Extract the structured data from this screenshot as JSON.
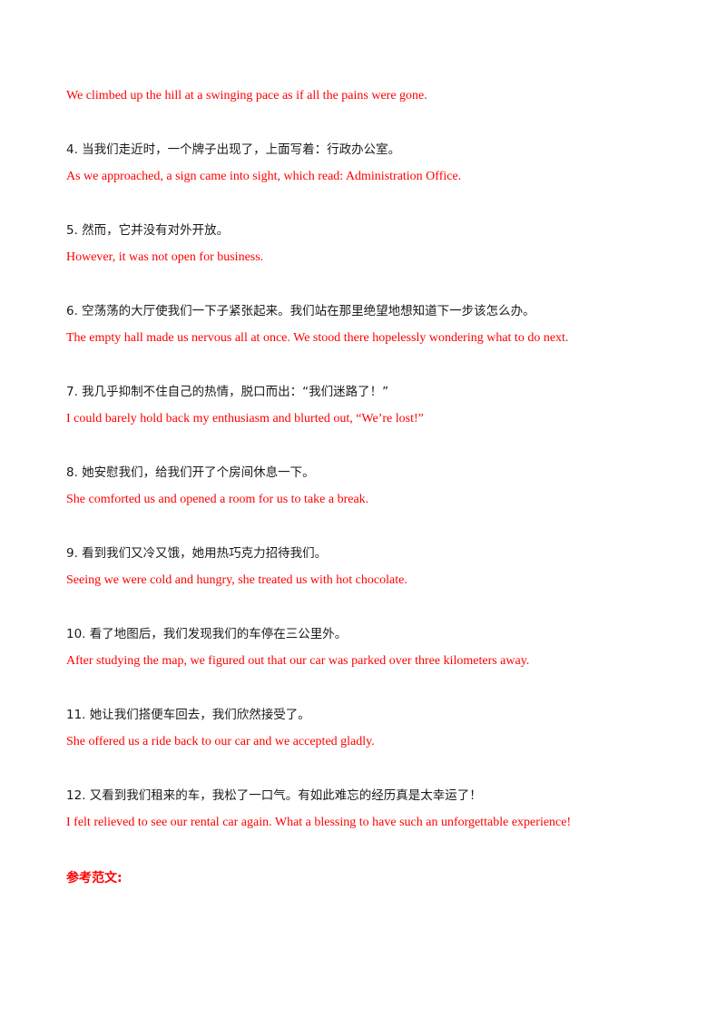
{
  "items": [
    {
      "en": "We climbed up the hill at a swinging pace as if all the pains were gone."
    },
    {
      "zh": "4.  当我们走近时，一个牌子出现了，上面写着：行政办公室。",
      "en": "As we approached, a sign came into sight, which read: Administration Office."
    },
    {
      "zh": "5.  然而，它并没有对外开放。",
      "en": "However, it was not open for business."
    },
    {
      "zh": "6.  空荡荡的大厅使我们一下子紧张起来。我们站在那里绝望地想知道下一步该怎么办。",
      "en": "The empty hall made us nervous all at once. We stood there hopelessly wondering what to do next."
    },
    {
      "zh": "7.  我几乎抑制不住自己的热情，脱口而出：“我们迷路了！”",
      "en": "I could barely hold back my enthusiasm and blurted out, “We’re lost!”"
    },
    {
      "zh": "8.  她安慰我们，给我们开了个房间休息一下。",
      "en": "She comforted us and opened a room for us to take a break."
    },
    {
      "zh": "9.  看到我们又冷又饿，她用热巧克力招待我们。",
      "en": "Seeing we were cold and hungry, she treated us with hot chocolate."
    },
    {
      "zh": "10.  看了地图后，我们发现我们的车停在三公里外。",
      "en": "After studying the map, we figured out that our car was parked over three kilometers away."
    },
    {
      "zh": "11.  她让我们搭便车回去，我们欣然接受了。",
      "en": "She offered us a ride back to our car and we accepted gladly."
    },
    {
      "zh": "12.  又看到我们租来的车，我松了一口气。有如此难忘的经历真是太幸运了！",
      "en": "I felt relieved to see our rental car again. What a blessing to have such an unforgettable experience!"
    }
  ],
  "heading": "参考范文:"
}
